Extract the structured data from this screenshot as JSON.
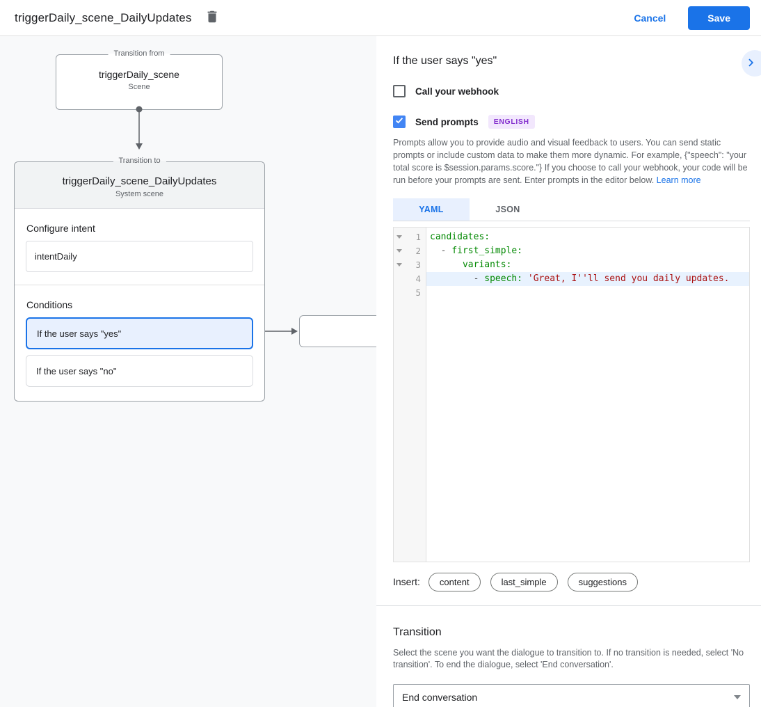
{
  "header": {
    "title": "triggerDaily_scene_DailyUpdates",
    "delete_icon": "trash-icon",
    "cancel_label": "Cancel",
    "save_label": "Save"
  },
  "diagram": {
    "from_box": {
      "legend": "Transition from",
      "title": "triggerDaily_scene",
      "subtitle": "Scene"
    },
    "to_card": {
      "legend": "Transition to",
      "title": "triggerDaily_scene_DailyUpdates",
      "subtitle": "System scene",
      "configure_intent_label": "Configure intent",
      "intent_value": "intentDaily",
      "conditions_label": "Conditions",
      "conditions": [
        {
          "label": "If the user says \"yes\"",
          "selected": true
        },
        {
          "label": "If the user says \"no\"",
          "selected": false
        }
      ]
    }
  },
  "editor_panel": {
    "heading": "If the user says \"yes\"",
    "webhook_checkbox": {
      "label": "Call your webhook",
      "checked": false
    },
    "prompts_checkbox": {
      "label": "Send prompts",
      "checked": true,
      "badge": "ENGLISH"
    },
    "description": "Prompts allow you to provide audio and visual feedback to users. You can send static prompts or include custom data to make them more dynamic. For example, {\"speech\": \"your total score is $session.params.score.\"} If you choose to call your webhook, your code will be run before your prompts are sent. Enter prompts in the editor below. ",
    "learn_more_label": "Learn more",
    "tabs": [
      {
        "label": "YAML",
        "active": true
      },
      {
        "label": "JSON",
        "active": false
      }
    ],
    "code_lines": [
      {
        "num": "1",
        "fold": true,
        "active": false,
        "indent": "",
        "dash": "",
        "key": "candidates",
        "sep": ":",
        "str": ""
      },
      {
        "num": "2",
        "fold": true,
        "active": false,
        "indent": "  ",
        "dash": "- ",
        "key": "first_simple",
        "sep": ":",
        "str": ""
      },
      {
        "num": "3",
        "fold": true,
        "active": false,
        "indent": "      ",
        "dash": "",
        "key": "variants",
        "sep": ":",
        "str": ""
      },
      {
        "num": "4",
        "fold": false,
        "active": true,
        "indent": "        ",
        "dash": "- ",
        "key": "speech",
        "sep": ": ",
        "str": "'Great, I''ll send you daily updates."
      },
      {
        "num": "5",
        "fold": false,
        "active": false,
        "indent": "",
        "dash": "",
        "key": "",
        "sep": "",
        "str": ""
      }
    ],
    "insert_label": "Insert:",
    "insert_chips": [
      "content",
      "last_simple",
      "suggestions"
    ]
  },
  "transition_section": {
    "heading": "Transition",
    "description": "Select the scene you want the dialogue to transition to. If no transition is needed, select 'No transition'. To end the dialogue, select 'End conversation'.",
    "dropdown_value": "End conversation"
  },
  "colors": {
    "accent_blue": "#1a73e8",
    "checkbox_checked": "#4285f4",
    "selected_condition_bg": "#e8f0fe",
    "badge_bg": "#f2e7fd",
    "badge_text": "#8430ce",
    "code_key": "#008800",
    "code_string": "#aa1111",
    "active_line_bg": "#e8f2fe",
    "canvas_bg": "#f8f9fa"
  }
}
